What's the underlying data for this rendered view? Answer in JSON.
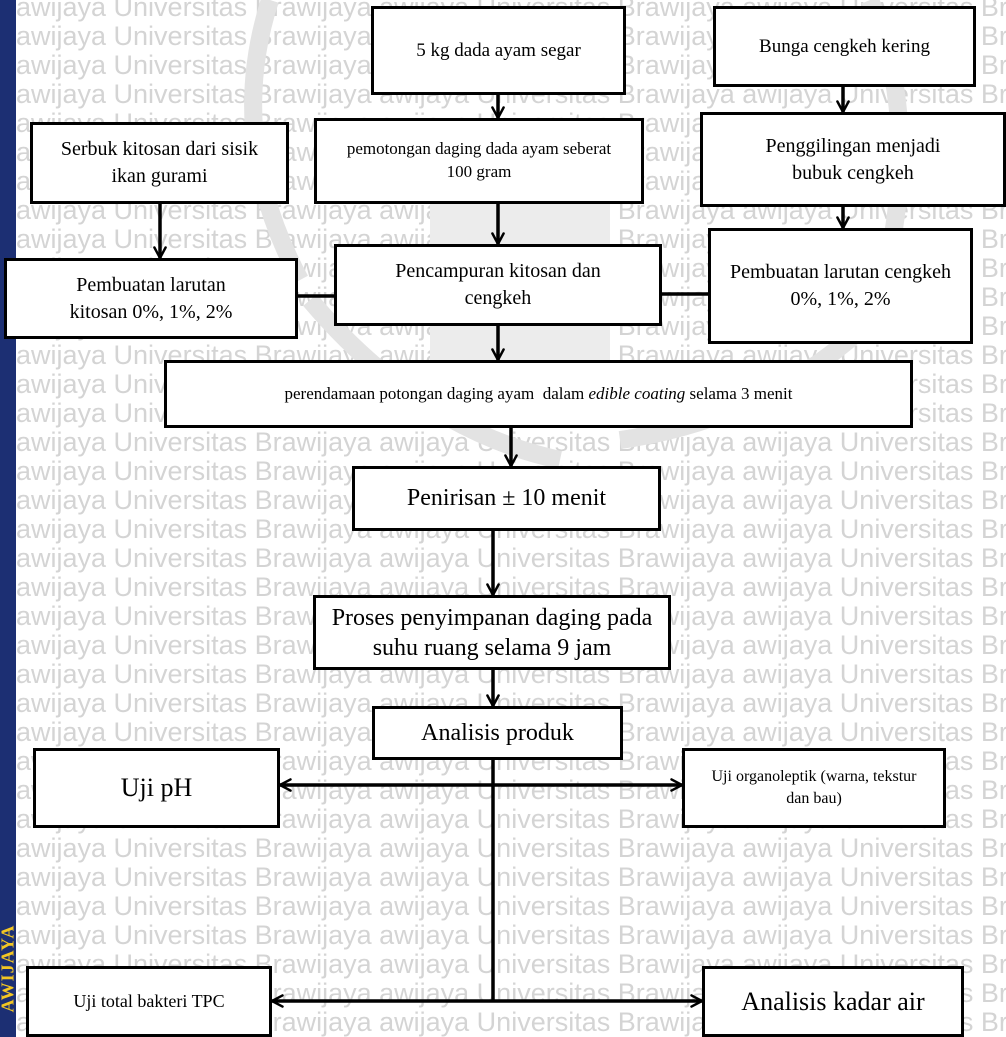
{
  "sidebar": {
    "text": "AWIJAYA"
  },
  "watermark": {
    "word1": "awijaya",
    "word2": "Universitas",
    "word3": "Brawijaya"
  },
  "nodes": {
    "fresh_chicken": "5 kg dada ayam segar",
    "clove_flower": "Bunga cengkeh kering",
    "chitosan_powder": "Serbuk kitosan dari sisik ikan gurami",
    "cut_chicken": "pemotongan daging dada ayam seberat 100 gram",
    "grind_clove": "Penggilingan menjadi bubuk cengkeh",
    "mix": "Pencampuran kitosan dan cengkeh",
    "chitosan_solution": "Pembuatan larutan kitosan 0%, 1%, 2%",
    "clove_solution": "Pembuatan larutan cengkeh 0%, 1%, 2%",
    "soak_before": "perendamaan potongan daging ayam  dalam ",
    "soak_emph": "edible coating",
    "soak_after": " selama 3 menit",
    "drain": "Penirisan ± 10 menit",
    "storage": "Proses penyimpanan daging pada suhu ruang  selama 9 jam",
    "analysis": "Analisis produk",
    "ph_test": "Uji pH",
    "organoleptic": "Uji organoleptik (warna, tekstur dan bau)",
    "tpc": "Uji total bakteri TPC",
    "moisture": "Analisis kadar air"
  },
  "colors": {
    "sidebar": "#1c2f73",
    "sidebar_text": "#f3c623",
    "watermark": "#d4d4d4",
    "box_border": "#000000"
  }
}
